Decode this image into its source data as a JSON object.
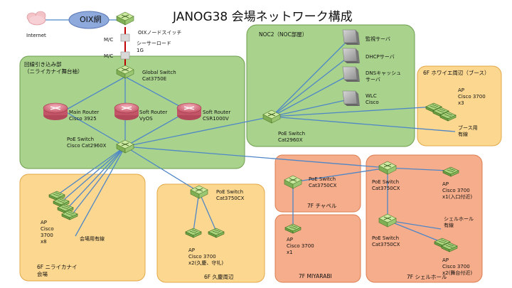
{
  "title": "JANOG38 会場ネットワーク構成",
  "internet": {
    "label": "Internet",
    "oix": "OIX網"
  },
  "uplink": {
    "oix_switch": "OIXノードスイッチ",
    "mc_top": "M/C",
    "mc_bottom": "M/C",
    "seaserve": "シーサーロード",
    "speed": "1G"
  },
  "zones": {
    "core": {
      "title": "回線引き込み部\n（ニライカナイ舞台袖）"
    },
    "noc": {
      "title": "NOC2（NOC部屋）"
    },
    "foyer": {
      "title": "6F ホワイエ周辺（ブース）"
    },
    "nirai": {
      "title": "6F ニライカナイ\n会場"
    },
    "kuba": {
      "title": "6F 久慶周辺"
    },
    "chapel": {
      "title": "7F チャペル"
    },
    "miyarabi": {
      "title": "7F MIYARABI"
    },
    "shell": {
      "title": "7F シェルホール"
    }
  },
  "devices": {
    "global_switch": "Global Switch\nCat3750E",
    "main_router": "Main Router\nCisco 3925",
    "soft_router_vyos": "Soft Router\nVyOS",
    "soft_router_csr": "Soft Router\nCSR1000V",
    "poe_core": "PoE Switch\nCisco Cat2960X",
    "noc_switch": "PoE Switch\nCat2960X",
    "servers": [
      "監視サーバ",
      "DHCPサーバ",
      "DNSキャッシュ\nサーバ",
      "WLC\nCisco"
    ],
    "foyer_ap": "AP\nCisco 3700\nx3",
    "foyer_wired": "ブース用\n有線",
    "nirai_ap": "AP\nCisco\n3700\nx8",
    "nirai_wired": "会場用有線",
    "kuba_switch": "PoE Switch\nCat3750CX",
    "kuba_ap": "AP\nCisco 3700\nx2(久慶、守礼)",
    "chapel_switch": "PoE Switch\nCat3750CX",
    "miyarabi_ap": "AP\nCisco 3700\nx1",
    "shell_switch1": "PoE Switch\nCat3750CX",
    "shell_ap1": "AP\nCisco 3700\nx1(入口付近)",
    "shell_switch2": "PoE Switch\nCat3750CX",
    "shell_wired": "シェルホール\n有線",
    "shell_ap2": "AP\nCisco 3700\nx2(舞台付近)"
  },
  "colors": {
    "green_zone": "#a9d38d",
    "green_border": "#6e9e4f",
    "yellow_zone": "#fcd790",
    "yellow_border": "#e3a84a",
    "orange_zone": "#f6ad8b",
    "orange_border": "#db7d50",
    "link": "#4f86c6",
    "uplink": "#c00000",
    "cloud": "#8ea9db"
  }
}
